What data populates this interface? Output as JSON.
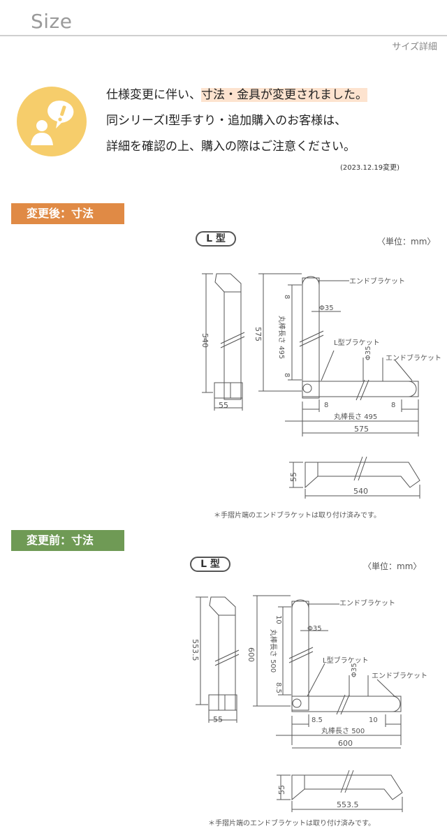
{
  "header": {
    "title": "Size",
    "subtitle": "サイズ詳細"
  },
  "notice": {
    "line1_pre": "仕様変更に伴い、",
    "line1_highlight": "寸法・金具が変更されました。",
    "line2": "同シリーズI型手すり・追加購入のお客様は、",
    "line3": "詳細を確認の上、購入の際はご注意ください。",
    "date": "(2023.12.19変更)",
    "icon": "exclamation-speech-person-icon"
  },
  "colors": {
    "after_label_bg": "#e08a45",
    "before_label_bg": "#6f9a55",
    "icon_bg": "#f6cd6b"
  },
  "sections": [
    {
      "label": "変更後：寸法",
      "type_label": "L 型",
      "unit": "〈単位：mm〉",
      "labels": {
        "end_bracket_top": "エンドブラケット",
        "l_bracket": "L型ブラケット",
        "end_bracket_right": "エンドブラケット",
        "rod_length_v": "丸棒長さ",
        "rod_length_h": "丸棒長さ"
      },
      "dims": {
        "side_height": "540",
        "side_depth": "55",
        "total_height": "575",
        "rod_v": "495",
        "gap_top": "8",
        "gap_bottom": "8",
        "diameter_v": "Φ35",
        "diameter_h": "Φ35",
        "gap_left": "8",
        "gap_right": "8",
        "rod_h": "495",
        "total_width": "575",
        "bottom_depth": "55",
        "bottom_width": "540"
      },
      "footnote": "＊手摺片端のエンドブラケットは取り付け済みです。"
    },
    {
      "label": "変更前：寸法",
      "type_label": "L 型",
      "unit": "〈単位：mm〉",
      "labels": {
        "end_bracket_top": "エンドブラケット",
        "l_bracket": "L型ブラケット",
        "end_bracket_right": "エンドブラケット",
        "rod_length_v": "丸棒長さ",
        "rod_length_h": "丸棒長さ"
      },
      "dims": {
        "side_height": "553.5",
        "side_depth": "55",
        "total_height": "600",
        "rod_v": "500",
        "gap_top": "10",
        "gap_bottom": "8.5",
        "diameter_v": "Φ35",
        "diameter_h": "Φ35",
        "gap_left": "8.5",
        "gap_right": "10",
        "rod_h": "500",
        "total_width": "600",
        "bottom_depth": "55",
        "bottom_width": "553.5"
      },
      "footnote": "＊手摺片端のエンドブラケットは取り付け済みです。"
    }
  ]
}
